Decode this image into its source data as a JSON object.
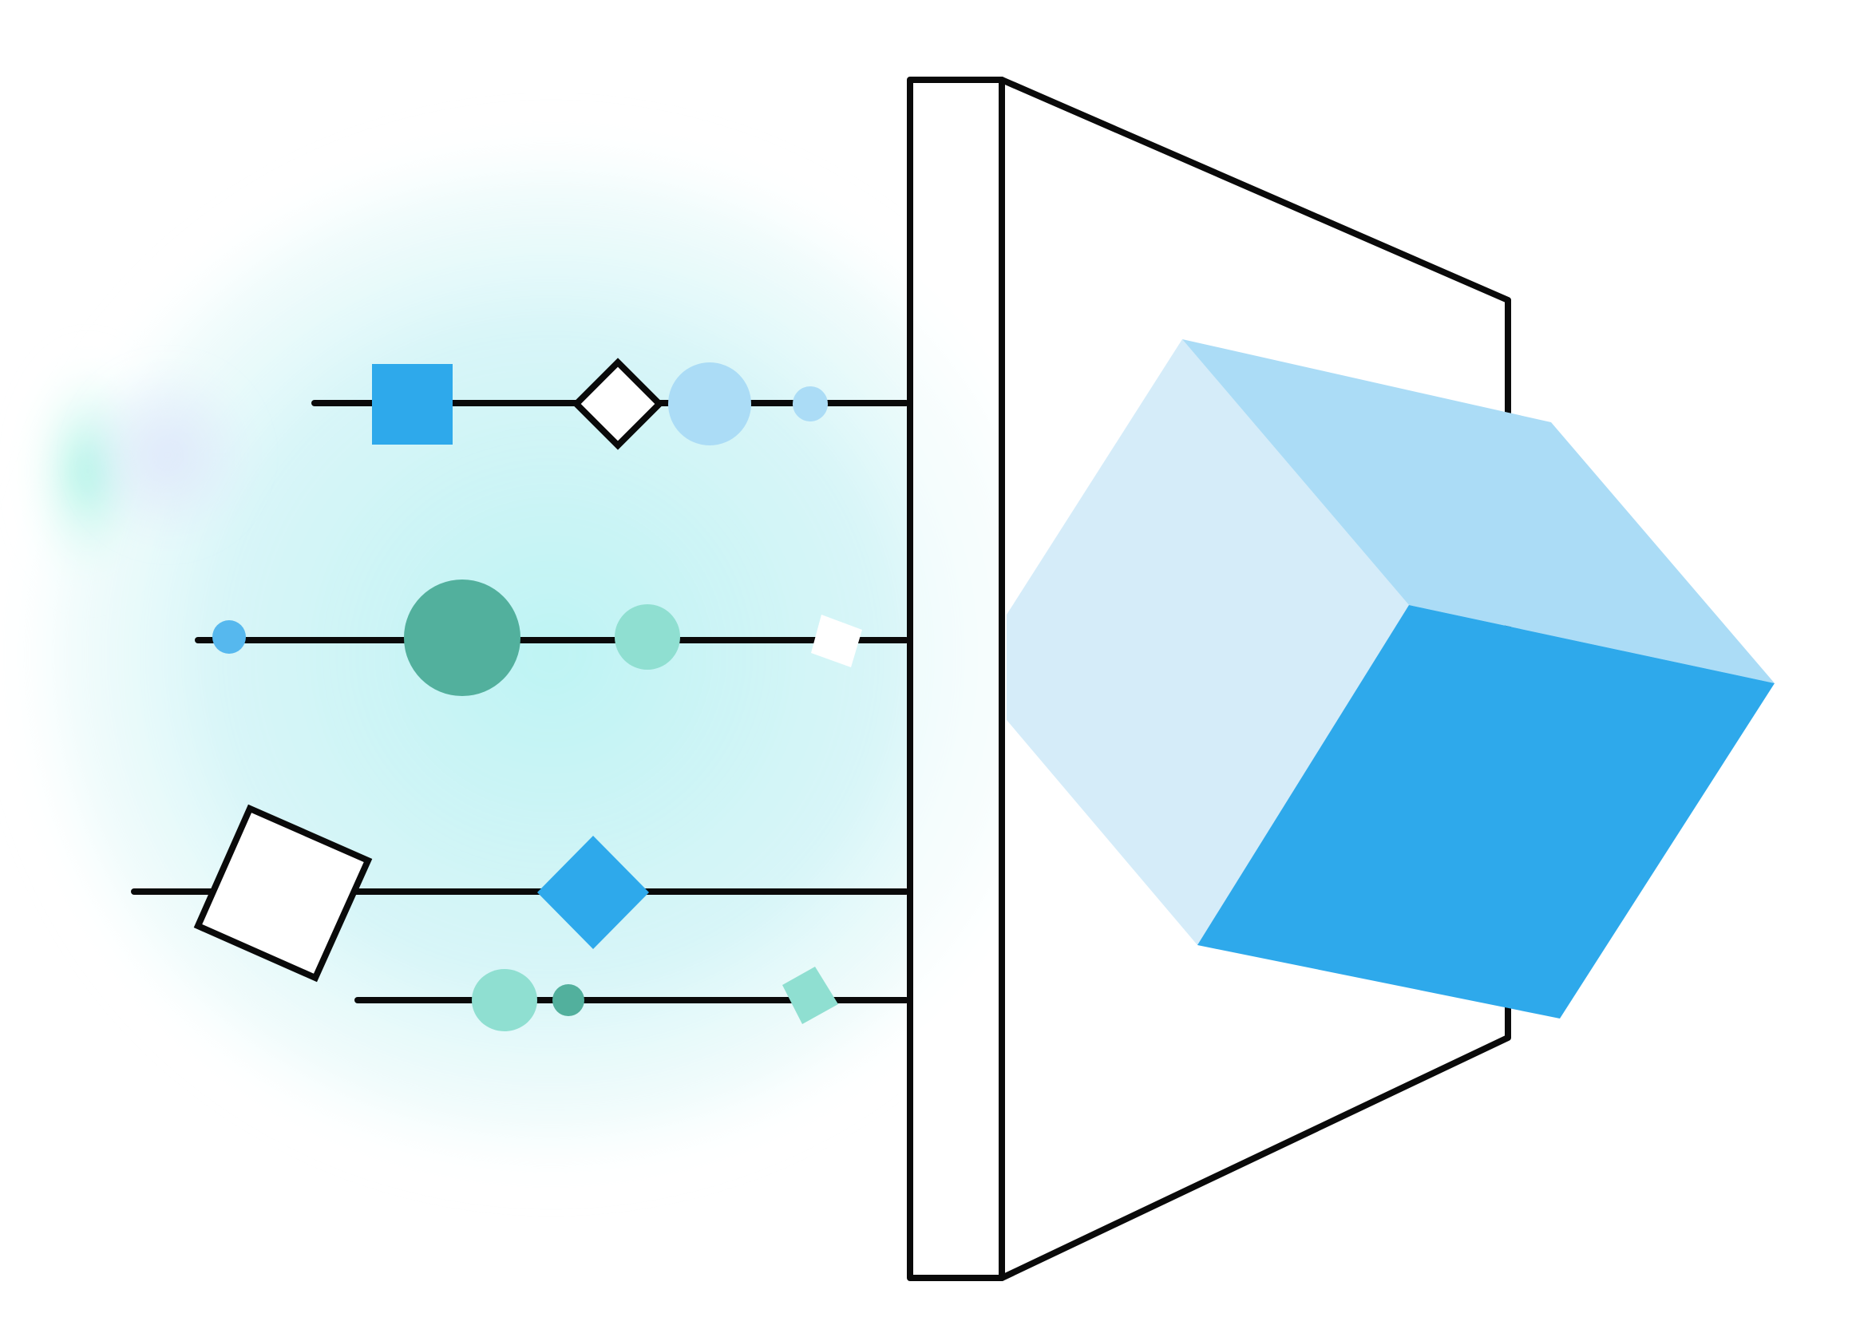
{
  "colors": {
    "background": "#ffffff",
    "stroke": "#0a0a0a",
    "blue": "#2ea9eb",
    "light_blue": "#abdcf6",
    "pale_blue": "#d5ecf9",
    "sky_blue": "#56b8ee",
    "teal": "#52b09d",
    "mint": "#8fdfd1",
    "glow_cyan": "#a8f0f0",
    "glow_lavender": "#dde6fb"
  },
  "diagram": {
    "lines": [
      {
        "id": "line-1",
        "shapes": [
          "square-blue",
          "diamond-outline",
          "circle-light-blue",
          "dot-light-blue"
        ]
      },
      {
        "id": "line-2",
        "shapes": [
          "dot-sky-blue",
          "circle-teal",
          "circle-mint",
          "tile-white"
        ]
      },
      {
        "id": "line-3",
        "shapes": [
          "square-outline-tilted",
          "diamond-blue"
        ]
      },
      {
        "id": "line-4",
        "shapes": [
          "circle-mint",
          "dot-teal",
          "tile-mint"
        ]
      }
    ],
    "frame": "lens-frame",
    "cube": "isometric-cube"
  }
}
